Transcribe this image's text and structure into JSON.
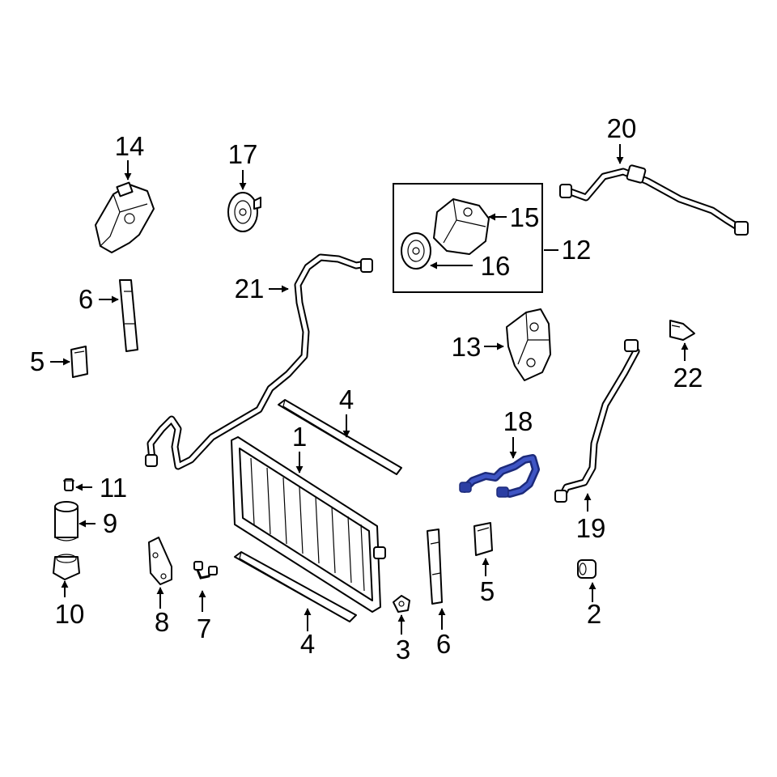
{
  "highlight_color": "#2b3ea3",
  "callouts": [
    {
      "id": "1",
      "label": "1"
    },
    {
      "id": "2",
      "label": "2"
    },
    {
      "id": "3",
      "label": "3"
    },
    {
      "id": "4a",
      "label": "4"
    },
    {
      "id": "4b",
      "label": "4"
    },
    {
      "id": "5a",
      "label": "5"
    },
    {
      "id": "5b",
      "label": "5"
    },
    {
      "id": "6a",
      "label": "6"
    },
    {
      "id": "6b",
      "label": "6"
    },
    {
      "id": "7",
      "label": "7"
    },
    {
      "id": "8",
      "label": "8"
    },
    {
      "id": "9",
      "label": "9"
    },
    {
      "id": "10",
      "label": "10"
    },
    {
      "id": "11",
      "label": "11"
    },
    {
      "id": "12",
      "label": "12"
    },
    {
      "id": "13",
      "label": "13"
    },
    {
      "id": "14",
      "label": "14"
    },
    {
      "id": "15",
      "label": "15"
    },
    {
      "id": "16",
      "label": "16"
    },
    {
      "id": "17",
      "label": "17"
    },
    {
      "id": "18",
      "label": "18"
    },
    {
      "id": "19",
      "label": "19"
    },
    {
      "id": "20",
      "label": "20"
    },
    {
      "id": "21",
      "label": "21"
    },
    {
      "id": "22",
      "label": "22"
    }
  ]
}
